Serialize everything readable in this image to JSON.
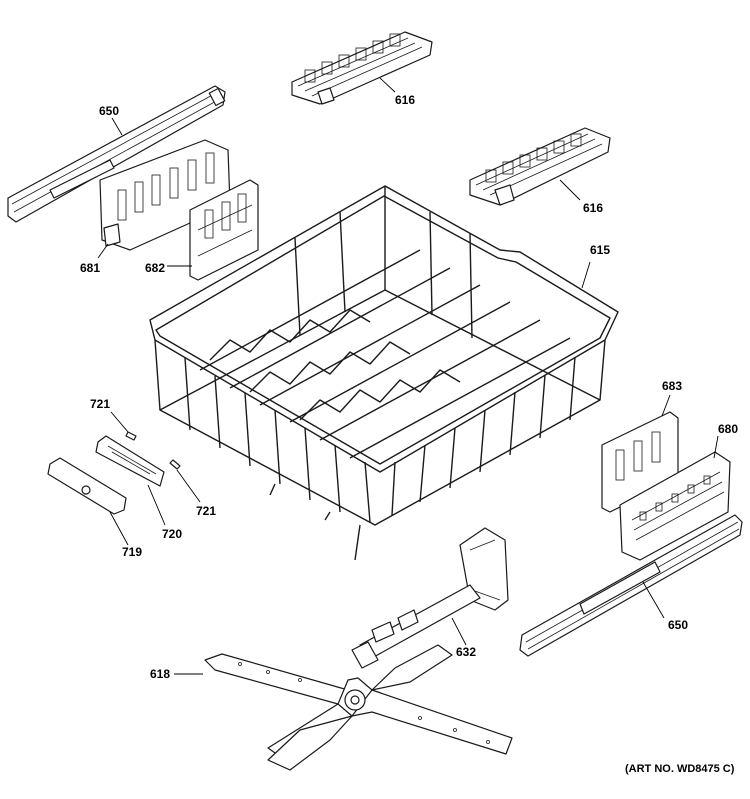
{
  "callouts": {
    "rack_adjuster_clip_top": "616",
    "rack_adjuster_clip_mid": "616",
    "upper_rack": "615",
    "rail_left": "650",
    "rail_right": "650",
    "adjuster_left_outer": "681",
    "adjuster_left_inner": "682",
    "adjuster_right_inner": "683",
    "adjuster_right_outer": "680",
    "screw_top": "721",
    "screw_bottom": "721",
    "rack_stop": "720",
    "end_cap": "719",
    "spray_arm": "618",
    "manifold": "632"
  },
  "art_number": "(ART NO. WD8475 C)"
}
